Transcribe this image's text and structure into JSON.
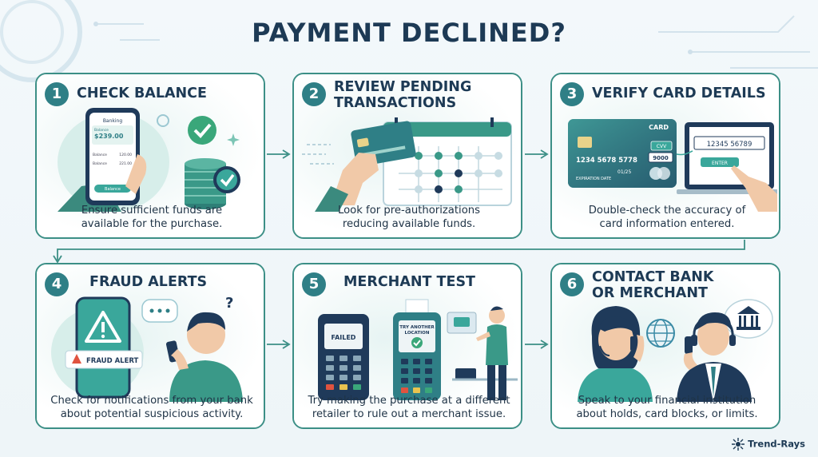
{
  "title": "PAYMENT DECLINED?",
  "brand": "Trend-Rays",
  "steps": [
    {
      "number": "1",
      "title": "CHECK BALANCE",
      "desc_line1": "Ensure sufficient funds are",
      "desc_line2": "available for the purchase.",
      "phone": {
        "header": "Banking",
        "amount": "$239.00",
        "label_balance": "Balance",
        "row1_label": "Balance",
        "row1_value": "120.00",
        "row2_label": "Balance",
        "row2_value": "221.00",
        "button": "Balance"
      }
    },
    {
      "number": "2",
      "title_line1": "REVIEW PENDING",
      "title_line2": "TRANSACTIONS",
      "desc_line1": "Look for pre-authorizations",
      "desc_line2": "reducing available funds."
    },
    {
      "number": "3",
      "title": "VERIFY CARD DETAILS",
      "desc_line1": "Double-check the accuracy of",
      "desc_line2": "card information entered.",
      "card": {
        "label": "CARD",
        "number": "1234  5678  5778",
        "cvv_label": "CVV",
        "cvv_value": "9000",
        "expiry": "01/25",
        "expiry_label": "EXPIRATION DATE"
      },
      "screen": {
        "input": "12345 56789",
        "button": "ENTER"
      }
    },
    {
      "number": "4",
      "title": "FRAUD ALERTS",
      "desc_line1": "Check for notifications from your bank",
      "desc_line2": "about potential suspicious activity.",
      "alert": "FRAUD ALERT"
    },
    {
      "number": "5",
      "title": "MERCHANT TEST",
      "desc_line1": "Try making the purchase at a different",
      "desc_line2": "retailer to rule out a merchant issue.",
      "terminal1": "FAILED",
      "terminal2_line1": "TRY ANOTHER",
      "terminal2_line2": "LOCATION"
    },
    {
      "number": "6",
      "title_line1": "CONTACT BANK",
      "title_line2": "OR MERCHANT",
      "desc_line1": "Speak to your financial institution",
      "desc_line2": "about holds, card blocks, or limits."
    }
  ],
  "colors": {
    "accent": "#2f7f86",
    "border": "#3c8f86",
    "title": "#1d3a55",
    "green": "#3aa77a",
    "navy": "#1f3a5a"
  }
}
